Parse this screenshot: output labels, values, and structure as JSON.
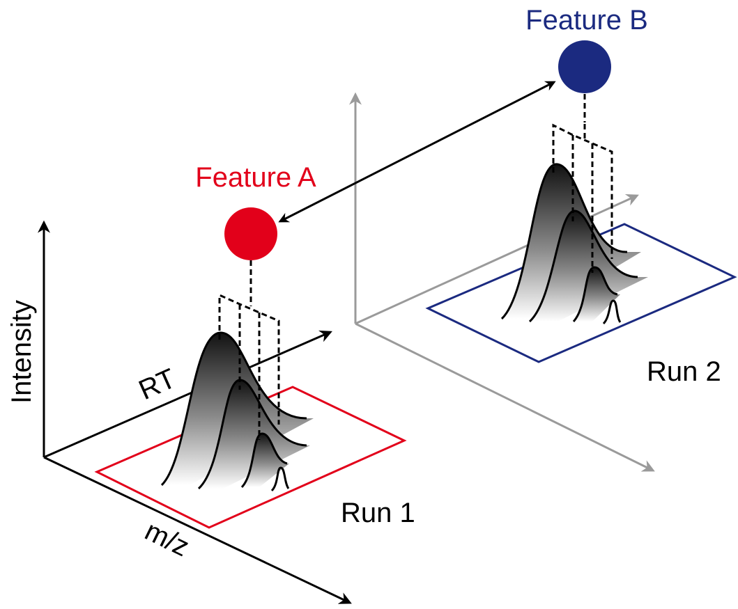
{
  "run1": {
    "feature_label": "Feature A",
    "run_label": "Run 1",
    "axis_intensity": "Intensity",
    "axis_rt": "RT",
    "axis_mz": "m/z"
  },
  "run2": {
    "feature_label": "Feature B",
    "run_label": "Run 2"
  },
  "colors": {
    "feature_a": "#e2001a",
    "feature_b": "#1b2a80",
    "run1_frame": "#e2001a",
    "run2_frame": "#1b2a80",
    "run2_axes": "#9a9a9a",
    "axes": "#000000"
  }
}
